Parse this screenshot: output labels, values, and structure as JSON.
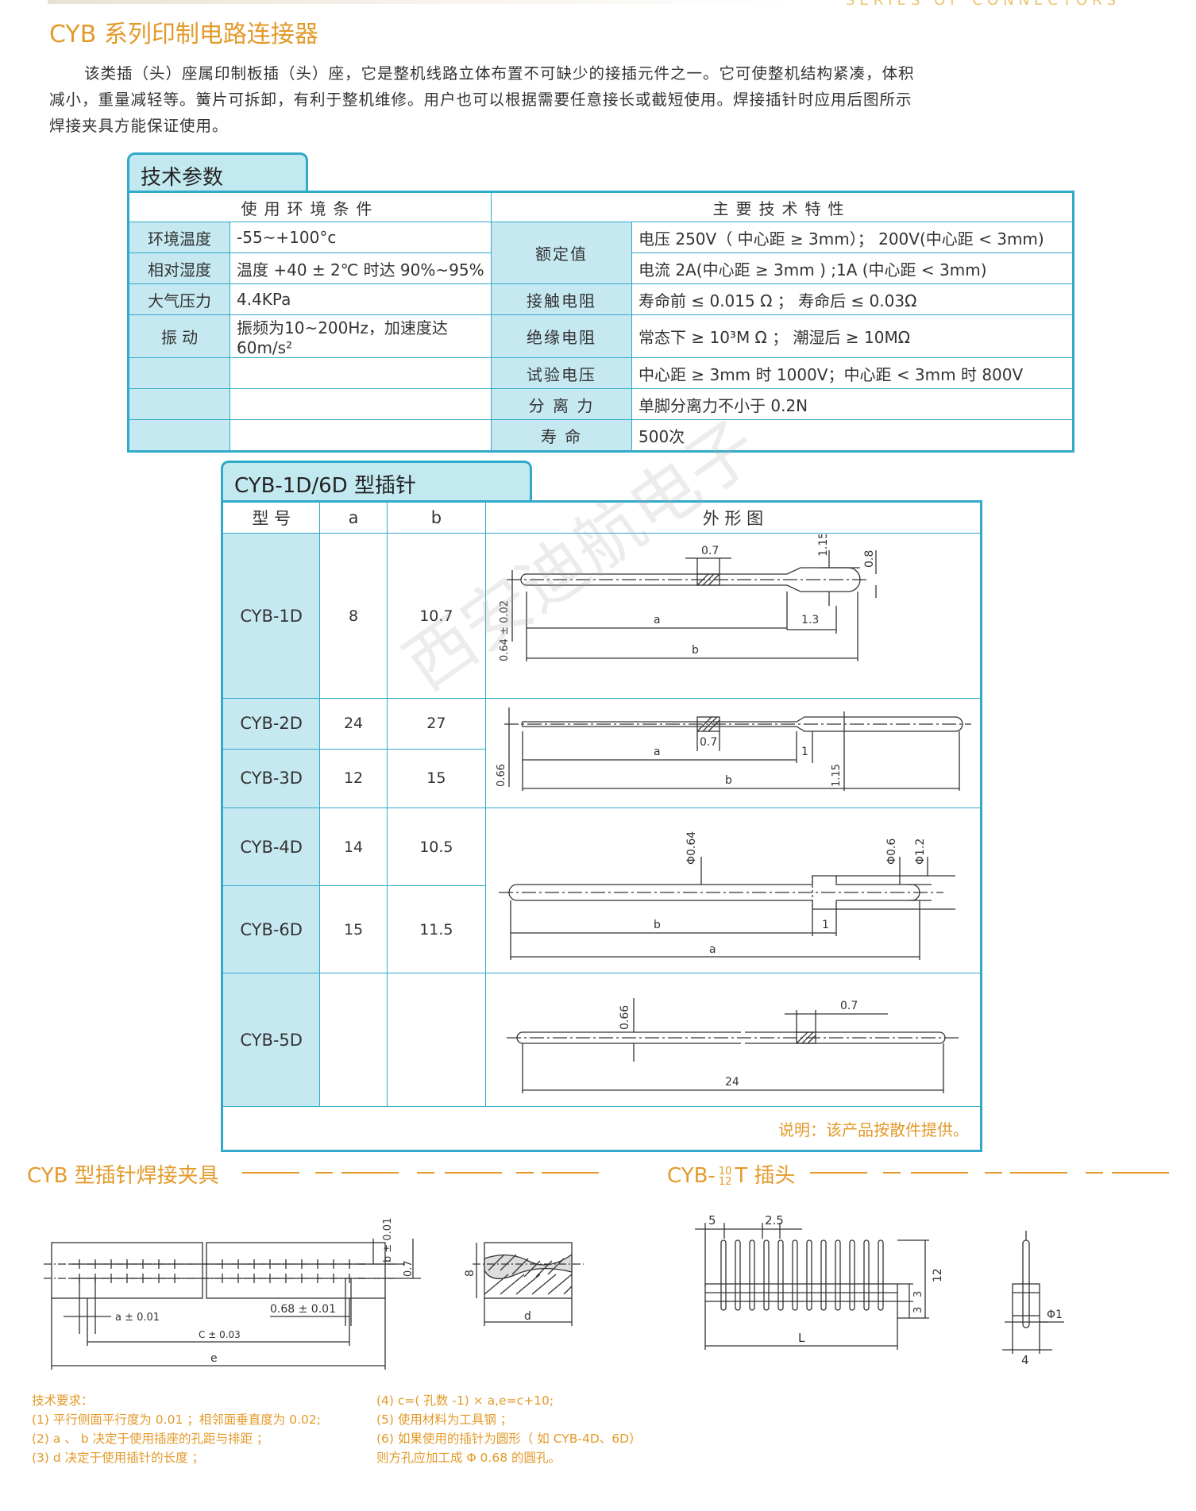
{
  "header": {
    "title": "CYB 系列印制电路连接器",
    "logo_text": "SERIES OF CONNECTORS"
  },
  "intro": {
    "line1": "该类插（头）座属印制板插（头）座，它是整机线路立体布置不可缺少的接插元件之一。它可使整机结构紧凑，体积",
    "line2": "减小，重量减轻等。簧片可拆卸，有利于整机维修。用户也可以根据需要任意接长或截短使用。焊接插针时应用后图所示",
    "line3": "焊接夹具方能保证使用。"
  },
  "params": {
    "tab": "技术参数",
    "left_header": "使用环境条件",
    "right_header": "主要技术特性",
    "rows": [
      {
        "l_label": "环境温度",
        "l_value": "-55~+100°c",
        "r_label": "额定值",
        "r_value": "电压 250V（ 中心距 ≥ 3mm）；  200V(中心距 < 3mm)"
      },
      {
        "l_label": "相对湿度",
        "l_value": "温度 +40 ± 2℃ 时达 90%~95%",
        "r_label": "",
        "r_value": "电流 2A(中心距 ≥ 3mm ) ;1A (中心距 < 3mm)"
      },
      {
        "l_label": "大气压力",
        "l_value": "4.4KPa",
        "r_label": "接触电阻",
        "r_value": "寿命前 ≤ 0.015 Ω ；  寿命后 ≤ 0.03Ω"
      },
      {
        "l_label": "振      动",
        "l_value": "振频为10~200Hz，加速度达 60m/s²",
        "r_label": "绝缘电阻",
        "r_value": "常态下 ≥ 10³M Ω ；   潮湿后 ≥ 10MΩ"
      },
      {
        "l_label": "",
        "l_value": "",
        "r_label": "试验电压",
        "r_value": "中心距 ≥ 3mm 时 1000V；中心距 < 3mm 时 800V"
      },
      {
        "l_label": "",
        "l_value": "",
        "r_label": "分 离 力",
        "r_value": "单脚分离力不小于 0.2N"
      },
      {
        "l_label": "",
        "l_value": "",
        "r_label": "寿    命",
        "r_value": "500次"
      }
    ]
  },
  "pins": {
    "tab": "CYB-1D/6D 型插针",
    "headers": [
      "型  号",
      "a",
      "b",
      "外          形          图"
    ],
    "rows": [
      {
        "model": "CYB-1D",
        "a": "8",
        "b": "10.7"
      },
      {
        "model": "CYB-2D",
        "a": "24",
        "b": "27"
      },
      {
        "model": "CYB-3D",
        "a": "12",
        "b": "15"
      },
      {
        "model": "CYB-4D",
        "a": "14",
        "b": "10.5"
      },
      {
        "model": "CYB-6D",
        "a": "15",
        "b": "11.5"
      },
      {
        "model": "CYB-5D",
        "a": "",
        "b": ""
      }
    ],
    "note": "说明：该产品按散件提供。",
    "watermark": "西安迪航电子",
    "fig1": {
      "d1": "0.7",
      "d2": "1.15",
      "d3": "0.8",
      "d4": "0.64 ± 0.02",
      "d5": "a",
      "d6": "1.3",
      "d7": "b"
    },
    "fig2": {
      "d1": "0.7",
      "d2": "a",
      "d3": "1",
      "d4": "0.66",
      "d5": "1.15",
      "d6": "b"
    },
    "fig3": {
      "d1": "Φ0.64",
      "d2": "Φ0.6",
      "d3": "Φ1.2",
      "d4": "b",
      "d5": "1",
      "d6": "a"
    },
    "fig4": {
      "d1": "0.66",
      "d2": "0.7",
      "d3": "24"
    }
  },
  "fixture": {
    "title": "CYB 型插针焊接夹具",
    "labels": {
      "b": "b ± 0.01",
      "t": "0.7",
      "a": "a ± 0.01",
      "p": "0.68 ± 0.01",
      "c": "C ± 0.03",
      "e": "e",
      "h": "8",
      "d": "d"
    },
    "requirements": {
      "title": "技术要求：",
      "items": [
        "(1)  平行侧面平行度为 0.01 ；相邻面垂直度为 0.02;",
        "(2)  a 、 b 决定于使用插座的孔距与排距 ；",
        "(3)  d 决定于使用插针的长度 ；",
        "(4)  c=( 孔数 -1) × a,e=c+10;",
        "(5)  使用材料为工具钢 ；",
        "(6)  如果使用的插针为圆形（ 如 CYB-4D、6D）",
        "       则方孔应加工成 Φ 0.68 的圆孔。"
      ]
    }
  },
  "plug": {
    "title_prefix": "CYB-",
    "title_sup": "10",
    "title_sub": "12",
    "title_suffix": "T  插头",
    "labels": {
      "p1": "5",
      "p2": "2.5",
      "h1": "12",
      "h2": "3",
      "h3": "3",
      "w": "L",
      "s": "4",
      "phi": "Φ1"
    }
  }
}
